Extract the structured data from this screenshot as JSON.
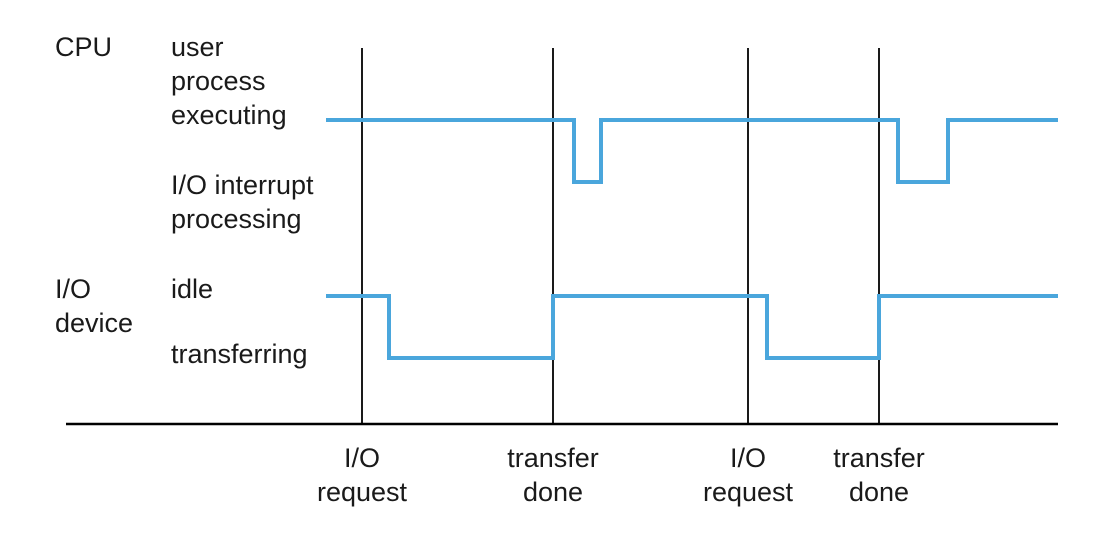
{
  "labels": {
    "cpu": "CPU",
    "user_process": [
      "user",
      "process",
      "executing"
    ],
    "io_interrupt": [
      "I/O interrupt",
      "processing"
    ],
    "io_device": [
      "I/O",
      "device"
    ],
    "idle": "idle",
    "transferring": "transferring"
  },
  "events": [
    {
      "label": [
        "I/O",
        "request"
      ]
    },
    {
      "label": [
        "transfer",
        "done"
      ]
    },
    {
      "label": [
        "I/O",
        "request"
      ]
    },
    {
      "label": [
        "transfer",
        "done"
      ]
    }
  ],
  "colors": {
    "signal": "#4aa6dc",
    "axis": "#000000",
    "text": "#1a1a1a"
  },
  "signals": {
    "cpu": [
      {
        "state": "user process executing"
      },
      {
        "state": "I/O interrupt processing"
      },
      {
        "state": "user process executing"
      },
      {
        "state": "I/O interrupt processing"
      },
      {
        "state": "user process executing"
      }
    ],
    "io": [
      {
        "state": "idle"
      },
      {
        "state": "transferring"
      },
      {
        "state": "idle"
      },
      {
        "state": "transferring"
      },
      {
        "state": "idle"
      }
    ]
  }
}
